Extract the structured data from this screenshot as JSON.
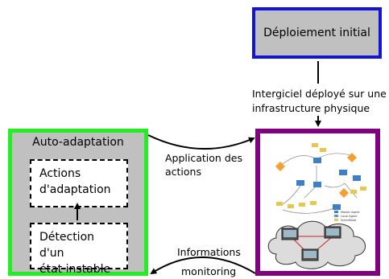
{
  "deploy": {
    "label": "Déploiement initial"
  },
  "auto": {
    "title": "Auto-adaptation",
    "actions_label": "Actions\nd'adaptation",
    "detection_label": "Détection d'un\nétat instable"
  },
  "edges": {
    "middleware_label": "Intergiciel déployé sur une\ninfrastructure physique",
    "apply_label": "Application des\nactions",
    "info_label": "Informations",
    "monitoring_label": "monitoring"
  },
  "infra_legend": {
    "items": [
      "Master Agent",
      "Local Agent",
      "SchedData"
    ]
  },
  "colors": {
    "deploy_border": "#1414d8",
    "auto_border": "#22ee22",
    "infra_border": "#800080",
    "box_fill": "#c0c0c0"
  }
}
